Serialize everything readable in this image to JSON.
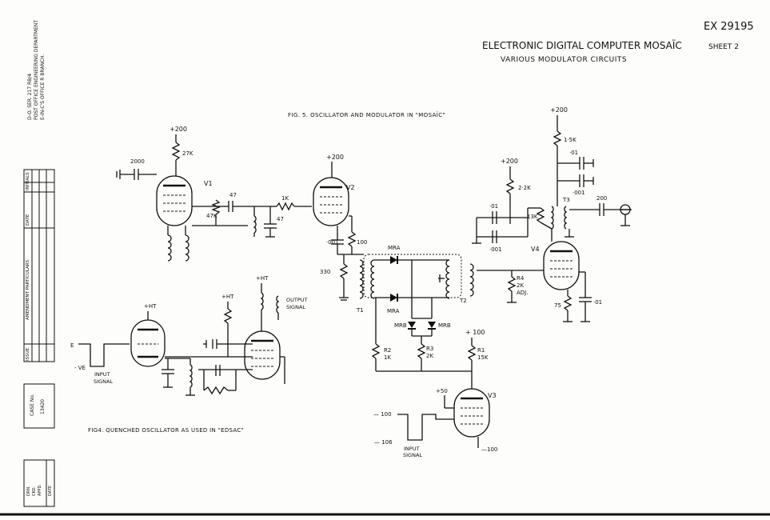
{
  "header": {
    "ref": "EX 29195",
    "title": "ELECTRONIC  DIGITAL COMPUTER MOSAÏC",
    "sheet": "SHEET 2",
    "subtitle": "VARIOUS   MODULATOR  CIRCUITS"
  },
  "fig5": {
    "caption": "FIG. 5.  OSCILLATOR AND MODULATOR IN \"MOSAÏC\"",
    "labels": {
      "v1": "V1",
      "v2": "V2",
      "v3": "V3",
      "v4": "V4",
      "p200a": "+200",
      "p200b": "+200",
      "p200c": "+200",
      "p200d": "+200",
      "r27k": "27K",
      "c2000": "2000",
      "c47a": "47",
      "c47b": "47",
      "r47k": "47K",
      "r1k": "1K",
      "c001a": "·001",
      "r100": "100",
      "r330": "330",
      "t1": "T1",
      "t2": "T2",
      "t3": "T3",
      "mra1": "MRA",
      "mra2": "MRA",
      "mrb1": "MRB",
      "mrb2": "MRB",
      "r2": "R2",
      "r2v": "1K",
      "r3": "R3",
      "r3v": "2K",
      "r1": "R1",
      "r1v": "15K",
      "p100": "+ 100",
      "r4": "R4",
      "r4v": "2K",
      "r4adj": "ADJ.",
      "r22k": "2·2K",
      "c01a": "·01",
      "c001b": "·001",
      "r13k": "13K",
      "r15k": "1·5K",
      "c01b": "·01",
      "c001c": "·001",
      "c200": "200",
      "r75": "75",
      "c01c": "·01",
      "p50": "+50",
      "n100a": "— 100",
      "n106": "— 106",
      "n100b": "—100",
      "input": "INPUT",
      "signal": "SIGNAL"
    }
  },
  "fig4": {
    "caption": "FIG4.   QUENCHED  OSCILLATOR  AS USED  IN  \"EDSAC\"",
    "labels": {
      "e": "E",
      "ve": "- VE",
      "input": "INPUT",
      "signal": "SIGNAL",
      "hta": "+HT",
      "htb": "+HT",
      "htc": "+HT",
      "output": "OUTPUT",
      "osignal": "SIGNAL"
    }
  },
  "sidebar": {
    "dept1": "D-O. SER. 217       RB/4",
    "dept2": "POST OFFICE ENGINEERING DEPARTMENT",
    "dept3": "E-IN-C'S OFFICE   R BRANCH.",
    "cols": [
      "ISSUE",
      "AMENDMENT   PARTICULARS",
      "DATE",
      "INITIALS"
    ],
    "case_label": "CASE No.",
    "case_no": "13420",
    "drn": "DRN.",
    "ckd": "CKD.",
    "appd": "APPD.",
    "date": "DATE"
  }
}
